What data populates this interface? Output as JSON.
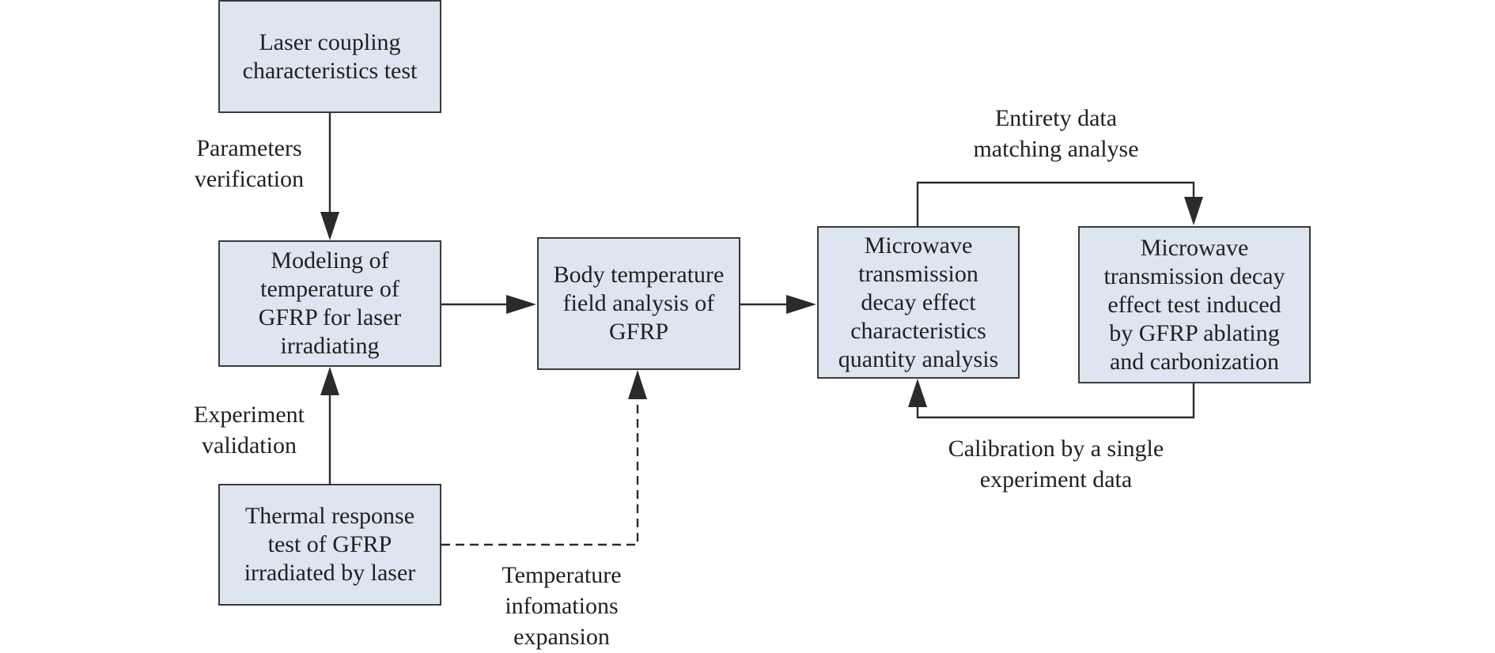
{
  "diagram": {
    "colors": {
      "box_fill": "#dce5f0",
      "box_border": "#3a3a3a",
      "line": "#2b2b2b",
      "text": "#231f20"
    },
    "boxes": {
      "laser_coupling": "Laser coupling\ncharacteristics test",
      "modeling": "Modeling of\ntemperature of\nGFRP for laser\nirradiating",
      "thermal_response": "Thermal response\ntest of GFRP\nirradiated by laser",
      "body_temperature": "Body temperature\nfield analysis of\nGFRP",
      "microwave_quantity": "Microwave\ntransmission\ndecay effect\ncharacteristics\nquantity analysis",
      "microwave_test": "Microwave\ntransmission decay\neffect test induced\nby GFRP ablating\nand carbonization"
    },
    "labels": {
      "parameters_verification": "Parameters\nverification",
      "experiment_validation": "Experiment\nvalidation",
      "temperature_expansion": "Temperature\ninfomations\nexpansion",
      "entirety_matching": "Entirety data\nmatching analyse",
      "calibration": "Calibration by a single\nexperiment data"
    }
  }
}
